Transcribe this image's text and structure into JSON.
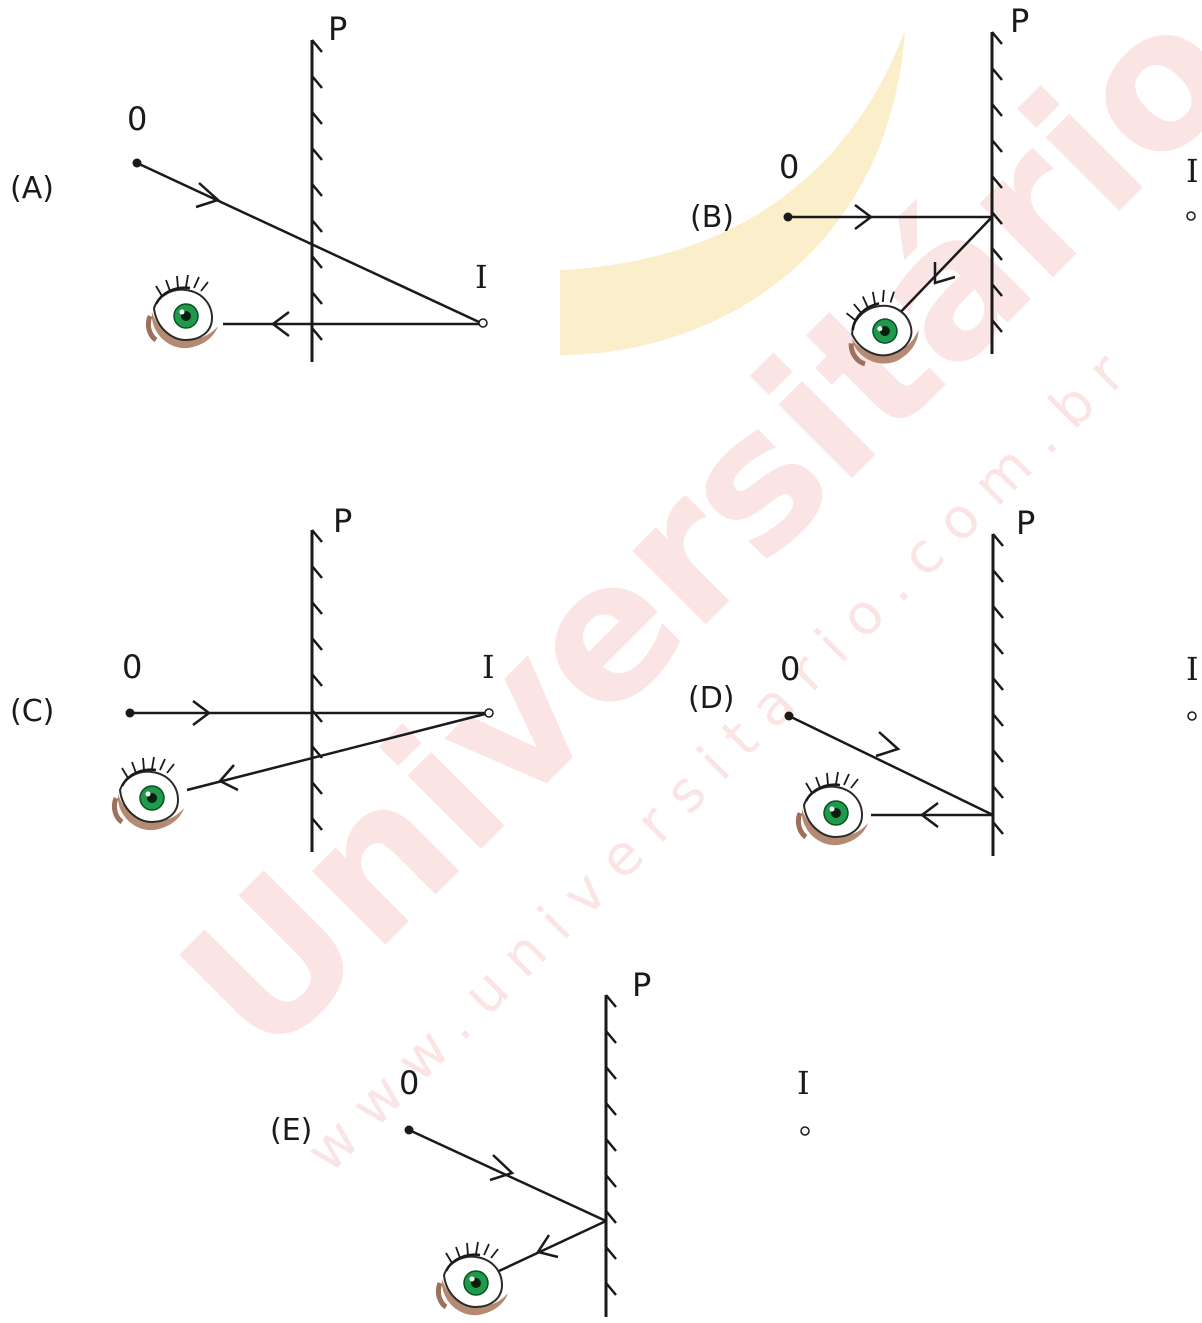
{
  "watermark": {
    "brand": "Universitário",
    "url": "www.universitario.com.br",
    "colors": {
      "text": "#e02020",
      "arc": "#fbeecb"
    }
  },
  "labels": {
    "mirror": "P",
    "object": "0",
    "image": "I"
  },
  "options": [
    {
      "id": "A",
      "label": "(A)"
    },
    {
      "id": "B",
      "label": "(B)"
    },
    {
      "id": "C",
      "label": "(C)"
    },
    {
      "id": "D",
      "label": "(D)"
    },
    {
      "id": "E",
      "label": "(E)"
    }
  ],
  "colors": {
    "ink": "#1a1a1a",
    "iris": "#1f9a4a",
    "skin": "#c89a82"
  },
  "icons": [
    "eye-icon",
    "plane-mirror-icon",
    "arrow-icon"
  ]
}
